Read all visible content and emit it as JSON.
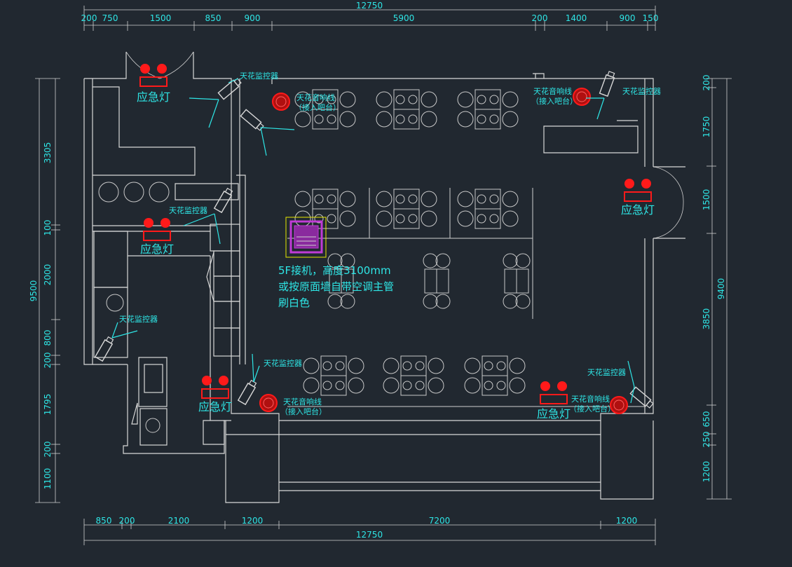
{
  "dimensions": {
    "top_total": "12750",
    "top_segments": [
      "200",
      "750",
      "1500",
      "850",
      "900",
      "5900",
      "200",
      "1400",
      "900",
      "150"
    ],
    "bottom_total": "12750",
    "bottom_segments": [
      "850",
      "200",
      "2100",
      "1200",
      "7200",
      "1200"
    ],
    "left_total": "9500",
    "left_segments": [
      "3305",
      "100",
      "2000",
      "800",
      "200",
      "1795",
      "200",
      "1100"
    ],
    "right_total": "9400",
    "right_segments": [
      "200",
      "1750",
      "1500",
      "3850",
      "650",
      "250",
      "1200"
    ]
  },
  "labels": {
    "emergency_light": "应急灯",
    "ceiling_camera": "天花监控器",
    "ceiling_speaker": "天花音响线",
    "speaker_note": "（接入吧台）",
    "note_line1": "5F接机，高度3100mm",
    "note_line2": "或按原面墙自带空调主管",
    "note_line3": "刷白色"
  },
  "colors": {
    "background": "#212830",
    "dimension": "#2ee6e6",
    "wall": "#d8d8d8",
    "emergency": "#ff1a1a",
    "magenta": "#c03bd6",
    "yellow": "#e8e800"
  }
}
